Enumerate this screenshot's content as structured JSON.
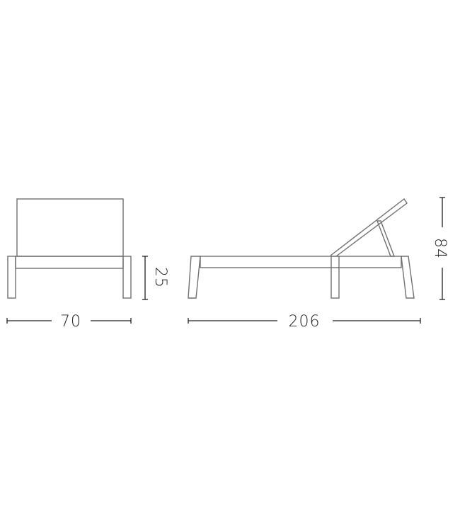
{
  "dimensions": {
    "width": "70",
    "seat_height": "25",
    "length": "206",
    "height": "84"
  },
  "colors": {
    "outline": "#707070",
    "dimension": "#222222",
    "background": "#ffffff"
  }
}
